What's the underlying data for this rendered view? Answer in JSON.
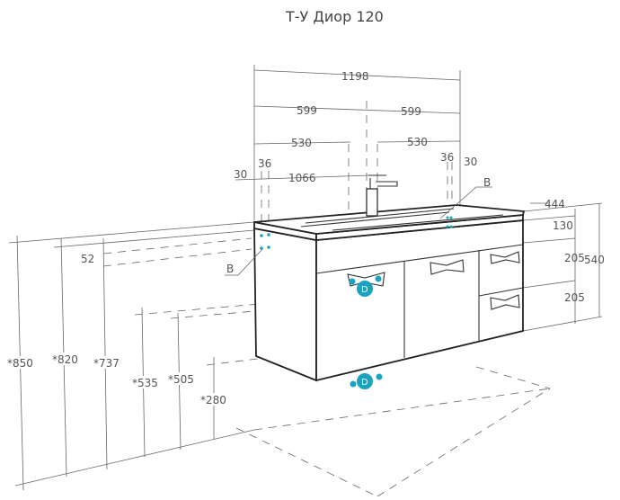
{
  "title": "Т-У Диор 120",
  "colors": {
    "accent": "#1aa3c0",
    "line": "#222222"
  },
  "dimensions": {
    "overall_width": "1198",
    "half_left": "599",
    "half_right": "599",
    "inner_left": "530",
    "inner_right": "530",
    "edge_left": "30",
    "offset_left": "36",
    "basin_width": "1066",
    "offset_right": "36",
    "edge_right": "30",
    "depth": "444",
    "top_height": "130",
    "drawer_upper": "205",
    "drawer_lower": "205",
    "body_height": "540",
    "gap_52": "52",
    "h850": "*850",
    "h820": "*820",
    "h737": "*737",
    "h535": "*535",
    "h505": "*505",
    "h280": "*280"
  },
  "markers": {
    "b_right": "B",
    "b_left": "B",
    "d_drain_top": "D",
    "d_drain_bottom": "D"
  }
}
